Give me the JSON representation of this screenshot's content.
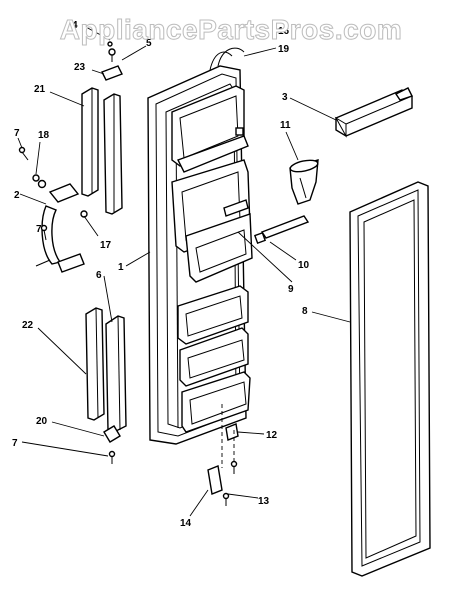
{
  "watermark": "AppliancePartsPros.com",
  "callouts": {
    "c1": "1",
    "c2": "2",
    "c3": "3",
    "c4": "4",
    "c5": "5",
    "c6": "6",
    "c7a": "7",
    "c7b": "7",
    "c7c": "7",
    "c8": "8",
    "c9": "9",
    "c10": "10",
    "c11": "11",
    "c12": "12",
    "c13": "13",
    "c14": "14",
    "c16": "16",
    "c17": "17",
    "c18": "18",
    "c19": "19",
    "c20": "20",
    "c21": "21",
    "c22": "22",
    "c23": "23"
  }
}
